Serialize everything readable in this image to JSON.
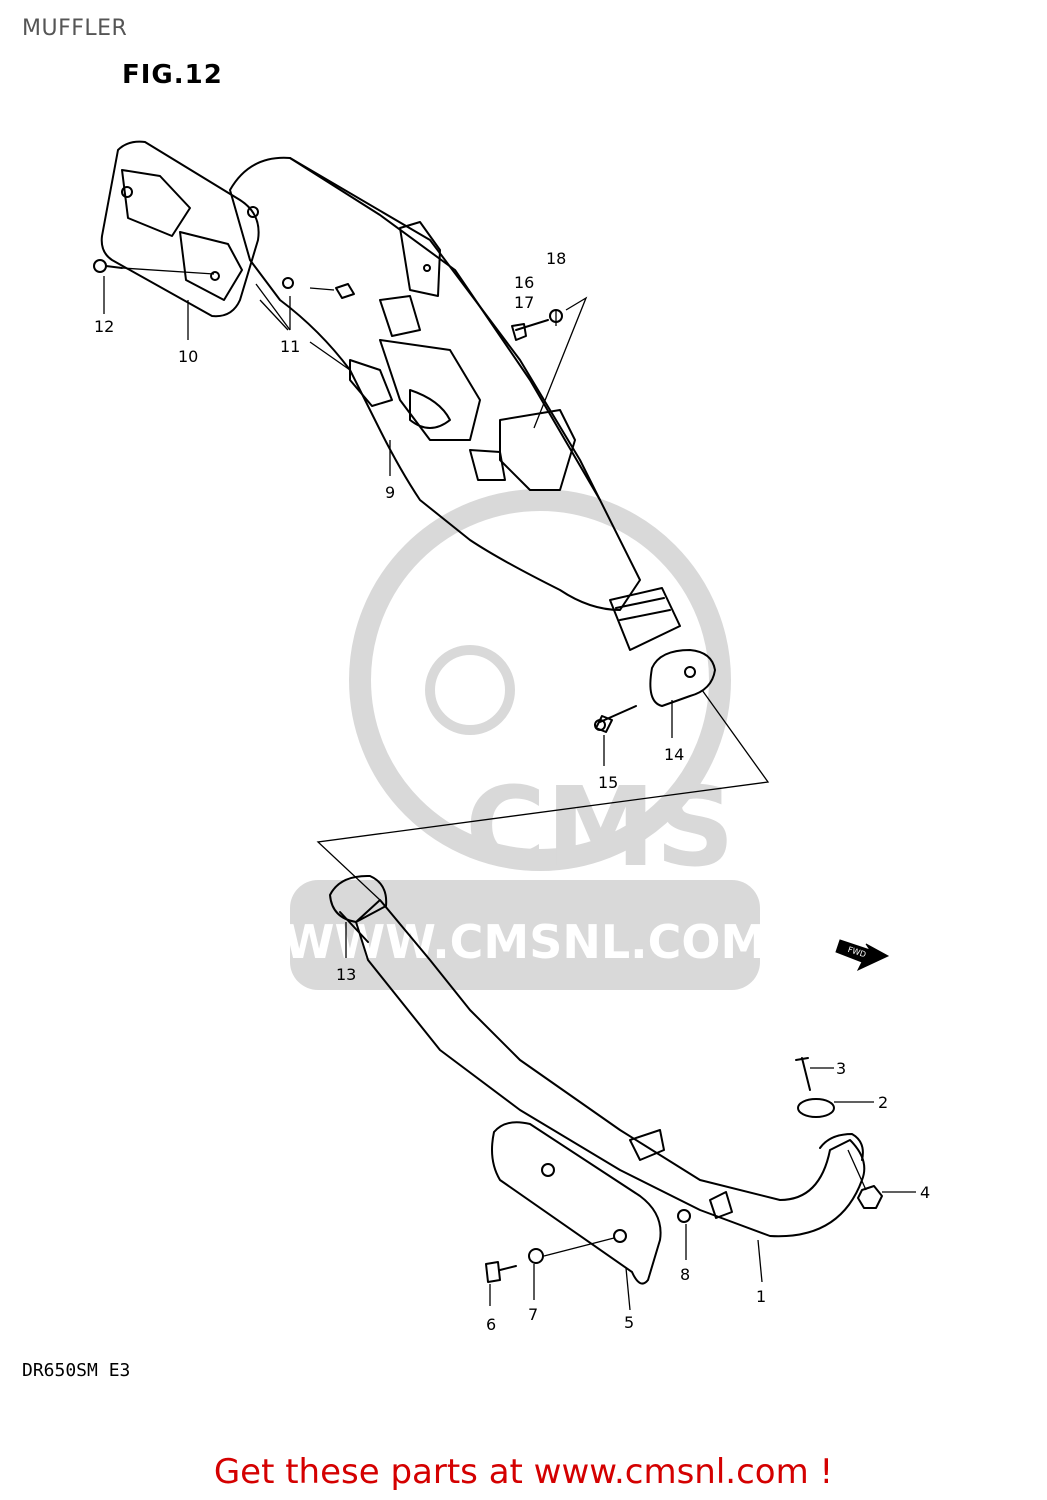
{
  "header": {
    "title": "MUFFLER",
    "figure": "FIG.12"
  },
  "footer": {
    "model_code": "DR650SM  E3",
    "link_text": "Get these parts at www.cmsnl.com !"
  },
  "watermark": {
    "logo_text": "CMS",
    "url_text": "WWW.CMSNL.COM",
    "color": "#d9d9d9"
  },
  "front_arrow": {
    "label": "FWD"
  },
  "callouts": {
    "c1": "1",
    "c2": "2",
    "c3": "3",
    "c4": "4",
    "c5": "5",
    "c6": "6",
    "c7": "7",
    "c8": "8",
    "c9": "9",
    "c10": "10",
    "c11": "11",
    "c12": "12",
    "c13": "13",
    "c14": "14",
    "c15": "15",
    "c16": "16",
    "c17": "17",
    "c18": "18"
  },
  "colors": {
    "line": "#000000",
    "footer_text": "#d40000",
    "title_text": "#555555"
  }
}
